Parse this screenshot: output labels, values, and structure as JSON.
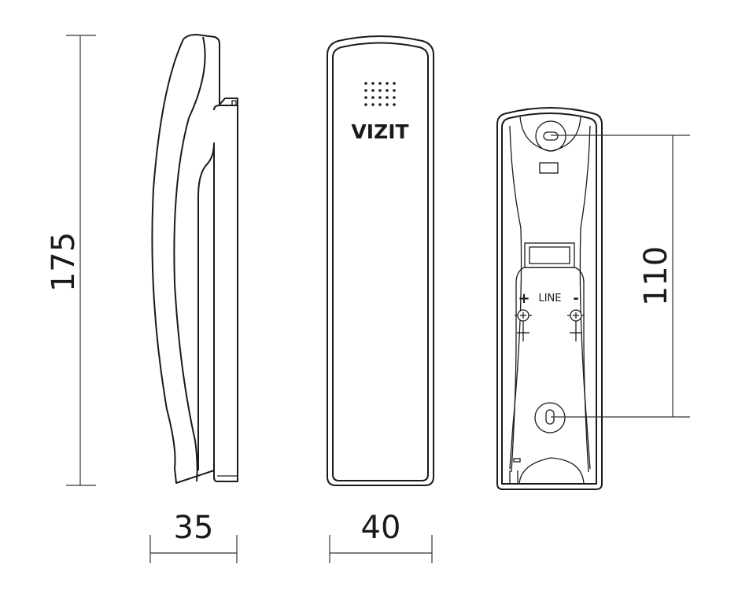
{
  "dimensions": {
    "height": "175",
    "side_depth": "35",
    "front_width": "40",
    "mount_spacing": "110"
  },
  "front_view": {
    "brand": "VIZIT"
  },
  "back_view": {
    "terminal_label": "LINE",
    "plus_sign": "+",
    "minus_sign": "-"
  }
}
